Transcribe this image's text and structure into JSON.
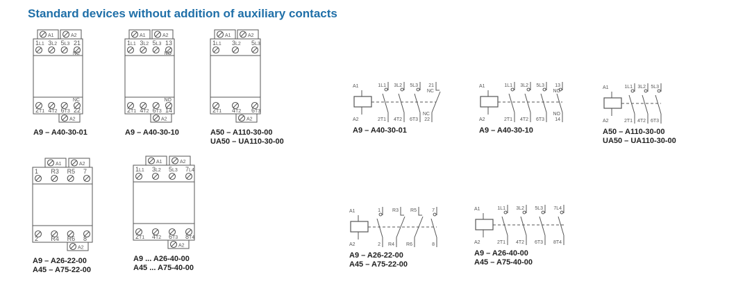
{
  "title": "Standard devices without addition of auxiliary contacts",
  "colors": {
    "title": "#1f6fa8",
    "line": "#555555"
  },
  "devices": [
    {
      "tabs": [
        "A1",
        "A2"
      ],
      "bottom_tab": "A2",
      "top": [
        {
          "n": "1",
          "s": "L1"
        },
        {
          "n": "3",
          "s": "L2"
        },
        {
          "n": "5",
          "s": "L3"
        },
        {
          "n": "21",
          "s": ""
        }
      ],
      "top_note": "NC",
      "bottom": [
        {
          "n": "2",
          "s": "T1"
        },
        {
          "n": "4",
          "s": "T2"
        },
        {
          "n": "6",
          "s": "T3"
        },
        {
          "n": "22",
          "s": ""
        }
      ],
      "bottom_note": "NC",
      "caption": [
        "A9 – A40-30-01"
      ]
    },
    {
      "tabs": [
        "A1",
        "A2"
      ],
      "bottom_tab": "A2",
      "top": [
        {
          "n": "1",
          "s": "L1"
        },
        {
          "n": "3",
          "s": "L2"
        },
        {
          "n": "5",
          "s": "L3"
        },
        {
          "n": "13",
          "s": ""
        }
      ],
      "top_note": "NO",
      "bottom": [
        {
          "n": "2",
          "s": "T1"
        },
        {
          "n": "4",
          "s": "T2"
        },
        {
          "n": "6",
          "s": "T3"
        },
        {
          "n": "14",
          "s": ""
        }
      ],
      "bottom_note": "NO",
      "caption": [
        "A9 – A40-30-10"
      ]
    },
    {
      "tabs": [
        "A1",
        "A2"
      ],
      "bottom_tab": "A2",
      "top": [
        {
          "n": "1",
          "s": "L1"
        },
        {
          "n": "3",
          "s": "L2"
        },
        {
          "n": "5",
          "s": "L3"
        }
      ],
      "top_note": "",
      "bottom": [
        {
          "n": "2",
          "s": "T1"
        },
        {
          "n": "4",
          "s": "T2"
        },
        {
          "n": "6",
          "s": "T3"
        }
      ],
      "bottom_note": "",
      "caption": [
        "A50 – A110-30-00",
        "UA50 – UA110-30-00"
      ]
    },
    {
      "tabs": [
        "A1",
        "A2"
      ],
      "bottom_tab": "A2",
      "top": [
        {
          "n": "1",
          "s": ""
        },
        {
          "n": "R3",
          "s": ""
        },
        {
          "n": "R5",
          "s": ""
        },
        {
          "n": "7",
          "s": ""
        }
      ],
      "top_note": "",
      "bottom": [
        {
          "n": "2",
          "s": ""
        },
        {
          "n": "R4",
          "s": ""
        },
        {
          "n": "R6",
          "s": ""
        },
        {
          "n": "8",
          "s": ""
        }
      ],
      "bottom_note": "",
      "caption": [
        "A9 – A26-22-00",
        "A45 – A75-22-00"
      ]
    },
    {
      "tabs": [
        "A1",
        "A2"
      ],
      "bottom_tab": "A2",
      "top": [
        {
          "n": "1",
          "s": "L1"
        },
        {
          "n": "3",
          "s": "L2"
        },
        {
          "n": "5",
          "s": "L3"
        },
        {
          "n": "7",
          "s": "L4"
        }
      ],
      "top_note": "",
      "bottom": [
        {
          "n": "2",
          "s": "T1"
        },
        {
          "n": "4",
          "s": "T2"
        },
        {
          "n": "6",
          "s": "T3"
        },
        {
          "n": "8",
          "s": "T4"
        }
      ],
      "bottom_note": "",
      "caption": [
        "A9 ... A26-40-00",
        "A45 ... A75-40-00"
      ]
    }
  ],
  "schematics": [
    {
      "coil": [
        "A1",
        "A2"
      ],
      "contacts": [
        {
          "type": "no",
          "top": [
            "1L1"
          ],
          "bottom": [
            "2T1"
          ]
        },
        {
          "type": "no",
          "top": [
            "3L2"
          ],
          "bottom": [
            "4T2"
          ]
        },
        {
          "type": "no",
          "top": [
            "5L3"
          ],
          "bottom": [
            "6T3"
          ]
        },
        {
          "type": "nc",
          "top": [
            "21",
            "NC"
          ],
          "bottom": [
            "NC",
            "22"
          ]
        }
      ],
      "caption": [
        "A9 – A40-30-01"
      ]
    },
    {
      "coil": [
        "A1",
        "A2"
      ],
      "contacts": [
        {
          "type": "no",
          "top": [
            "1L1"
          ],
          "bottom": [
            "2T1"
          ]
        },
        {
          "type": "no",
          "top": [
            "3L2"
          ],
          "bottom": [
            "4T2"
          ]
        },
        {
          "type": "no",
          "top": [
            "5L3"
          ],
          "bottom": [
            "6T3"
          ]
        },
        {
          "type": "no",
          "top": [
            "13",
            "NO"
          ],
          "bottom": [
            "NO",
            "14"
          ]
        }
      ],
      "caption": [
        "A9 – A40-30-10"
      ]
    },
    {
      "coil": [
        "A1",
        "A2"
      ],
      "contacts": [
        {
          "type": "no",
          "top": [
            "1L1"
          ],
          "bottom": [
            "2T1"
          ]
        },
        {
          "type": "no",
          "top": [
            "3L2"
          ],
          "bottom": [
            "4T2"
          ]
        },
        {
          "type": "no",
          "top": [
            "5L3"
          ],
          "bottom": [
            "6T3"
          ]
        }
      ],
      "caption": [
        "A50 – A110-30-00",
        "UA50 – UA110-30-00"
      ]
    },
    {
      "coil": [
        "A1",
        "A2"
      ],
      "contacts": [
        {
          "type": "no",
          "top": [
            "1"
          ],
          "bottom": [
            "2"
          ]
        },
        {
          "type": "nc",
          "top": [
            "R3"
          ],
          "bottom": [
            "R4"
          ]
        },
        {
          "type": "nc",
          "top": [
            "R5"
          ],
          "bottom": [
            "R6"
          ]
        },
        {
          "type": "no",
          "top": [
            "7"
          ],
          "bottom": [
            "8"
          ]
        }
      ],
      "caption": [
        "A9 – A26-22-00",
        "A45 – A75-22-00"
      ]
    },
    {
      "coil": [
        "A1",
        "A2"
      ],
      "contacts": [
        {
          "type": "no",
          "top": [
            "1L1"
          ],
          "bottom": [
            "2T1"
          ]
        },
        {
          "type": "no",
          "top": [
            "3L2"
          ],
          "bottom": [
            "4T2"
          ]
        },
        {
          "type": "no",
          "top": [
            "5L3"
          ],
          "bottom": [
            "6T3"
          ]
        },
        {
          "type": "no",
          "top": [
            "7L4"
          ],
          "bottom": [
            "8T4"
          ]
        }
      ],
      "caption": [
        "A9 – A26-40-00",
        "A45 – A75-40-00"
      ]
    }
  ]
}
